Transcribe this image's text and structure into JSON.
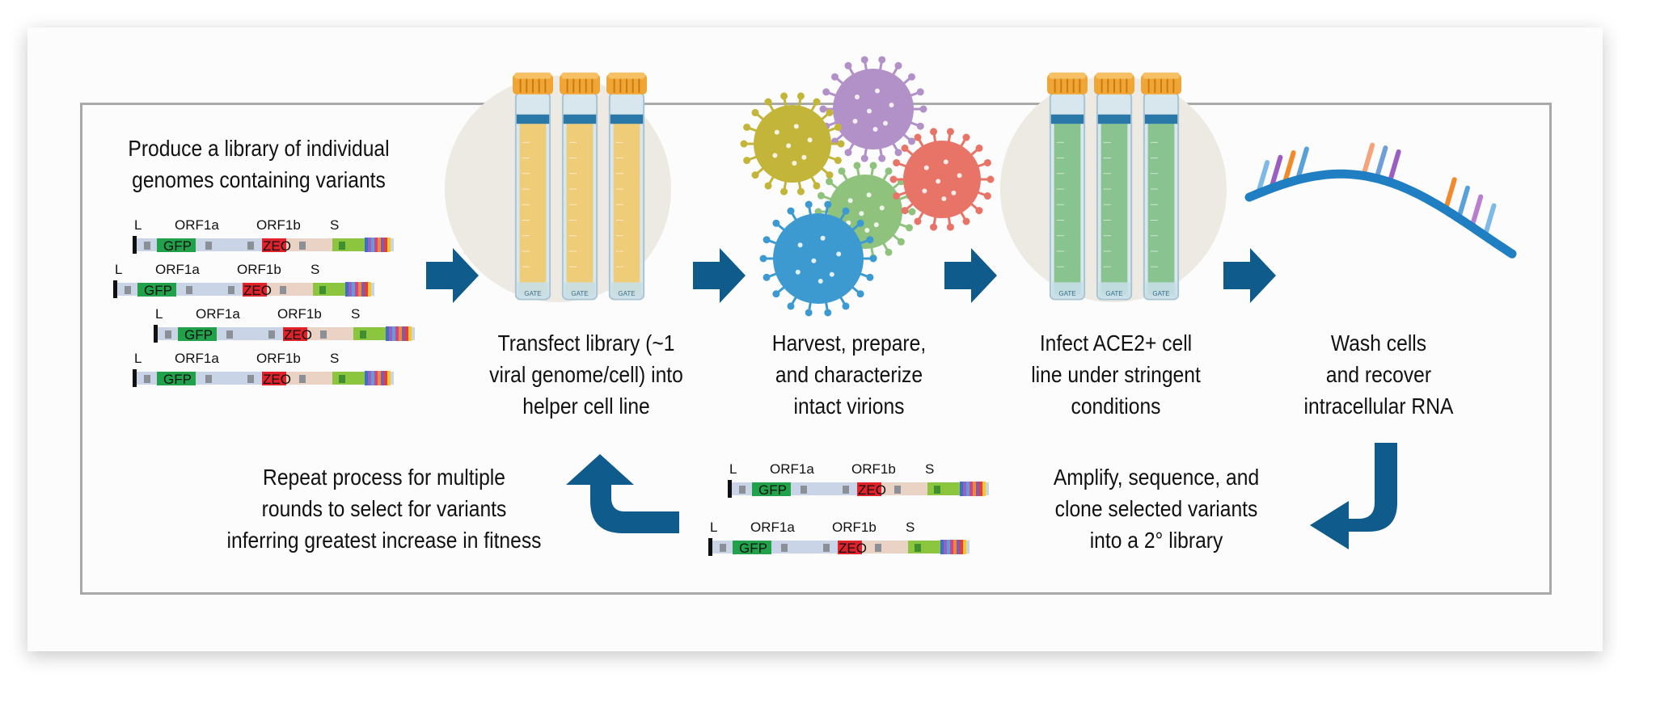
{
  "steps": {
    "produce": "Produce a library of individual\ngenomes containing variants",
    "transfect": "Transfect library (~1\nviral genome/cell) into\nhelper cell line",
    "harvest": "Harvest, prepare,\nand characterize\nintact virions",
    "infect": "Infect ACE2+ cell\nline under stringent\nconditions",
    "wash": "Wash cells\nand recover\nintracellular RNA",
    "amplify": "Amplify, sequence, and\nclone selected variants\ninto a 2° library",
    "repeat": "Repeat process for multiple\nrounds to select for variants\ninferring greatest increase in fitness"
  },
  "genome": {
    "labels": {
      "l": "L",
      "orf1a": "ORF1a",
      "orf1b": "ORF1b",
      "s": "S"
    },
    "gfp": "GFP",
    "zeo": "ZEO"
  },
  "tube_label": "GATE",
  "colors": {
    "arrow": "#0e5b8c",
    "gfp": "#21a24a",
    "zeo": "#e0232a",
    "tube_yellow": "#f2c96a",
    "tube_green": "#7fbf85",
    "cap": "#f0a534",
    "virus_olive": "#c3b53a",
    "virus_purple": "#b191c7",
    "virus_red": "#e87467",
    "virus_green": "#8fc27c",
    "virus_blue": "#3c9ad1"
  },
  "icons": [
    "arrow-right-icon",
    "arrow-turn-icon",
    "test-tube-icon",
    "virus-icon",
    "rna-strand-icon",
    "genome-construct-icon"
  ]
}
